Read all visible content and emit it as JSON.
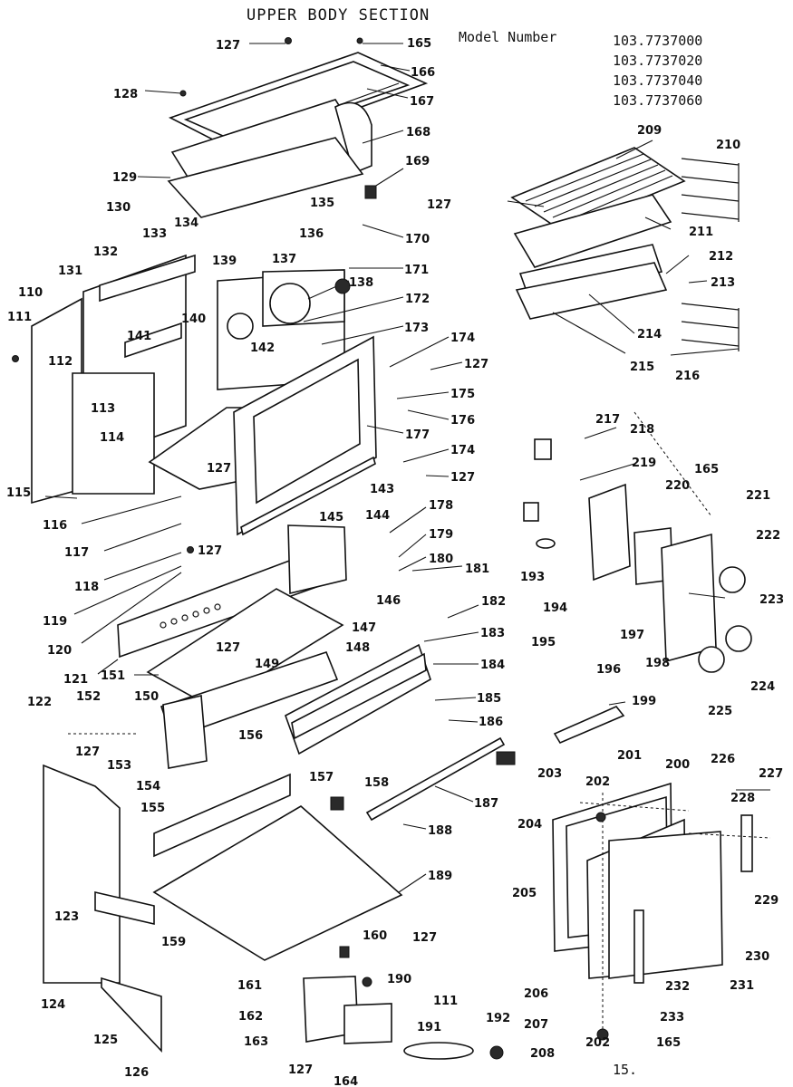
{
  "title": "UPPER BODY SECTION",
  "model": {
    "label": "Model Number",
    "numbers": [
      "103.7737000",
      "103.7737020",
      "103.7737040",
      "103.7737060"
    ]
  },
  "page_number": "15.",
  "callouts": [
    "110",
    "111",
    "112",
    "113",
    "114",
    "115",
    "116",
    "117",
    "118",
    "119",
    "120",
    "121",
    "122",
    "123",
    "124",
    "125",
    "126",
    "127",
    "128",
    "129",
    "130",
    "131",
    "132",
    "133",
    "134",
    "135",
    "136",
    "137",
    "138",
    "139",
    "140",
    "141",
    "142",
    "143",
    "144",
    "145",
    "146",
    "147",
    "148",
    "149",
    "150",
    "151",
    "152",
    "153",
    "154",
    "155",
    "156",
    "157",
    "158",
    "159",
    "160",
    "161",
    "162",
    "163",
    "164",
    "165",
    "166",
    "167",
    "168",
    "169",
    "170",
    "171",
    "172",
    "173",
    "174",
    "175",
    "176",
    "177",
    "178",
    "179",
    "180",
    "181",
    "182",
    "183",
    "184",
    "185",
    "186",
    "187",
    "188",
    "189",
    "190",
    "191",
    "192",
    "193",
    "194",
    "195",
    "196",
    "197",
    "198",
    "199",
    "200",
    "201",
    "202",
    "203",
    "204",
    "205",
    "206",
    "207",
    "208",
    "209",
    "210",
    "211",
    "212",
    "213",
    "214",
    "215",
    "216",
    "217",
    "218",
    "219",
    "220",
    "221",
    "222",
    "223",
    "224",
    "225",
    "226",
    "227",
    "228",
    "229",
    "230",
    "231",
    "232",
    "233"
  ]
}
